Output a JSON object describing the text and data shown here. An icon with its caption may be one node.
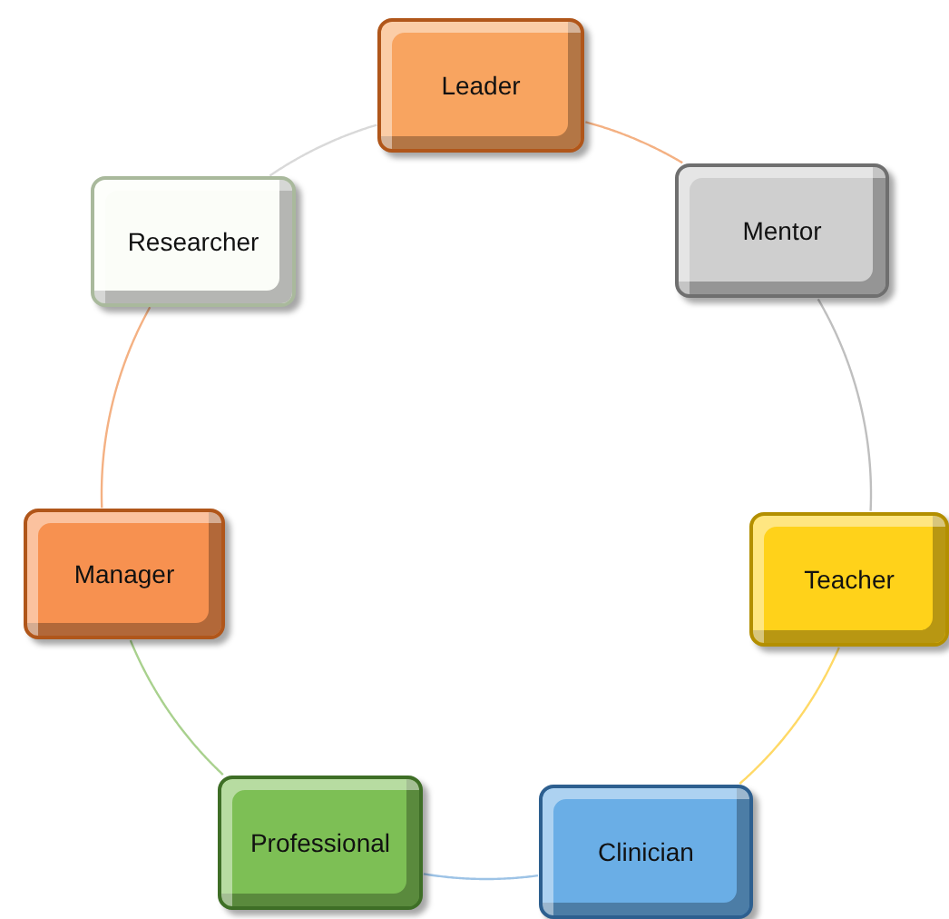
{
  "diagram": {
    "nodes": [
      {
        "text": [
          "Leader"
        ]
      },
      {
        "text": [
          "Mentor"
        ]
      },
      {
        "text": [
          "Teacher"
        ]
      },
      {
        "text": [
          "Clinician"
        ]
      },
      {
        "text": [
          "Professional"
        ]
      },
      {
        "text": [
          "Manager"
        ]
      },
      {
        "text": [
          "Researcher"
        ]
      }
    ],
    "edges": [
      {
        "from": 0,
        "to": 1,
        "arrow": "none",
        "color": "#f4b183"
      },
      {
        "from": 1,
        "to": 2,
        "arrow": "none",
        "color": "#bfbfbf"
      },
      {
        "from": 2,
        "to": 3,
        "arrow": "none",
        "color": "#ffd966"
      },
      {
        "from": 3,
        "to": 4,
        "arrow": "none",
        "color": "#9dc3e6"
      },
      {
        "from": 4,
        "to": 5,
        "arrow": "none",
        "color": "#a9d18e"
      },
      {
        "from": 5,
        "to": 6,
        "arrow": "none",
        "color": "#f4b183"
      },
      {
        "from": 6,
        "to": 0,
        "arrow": "none",
        "color": "#d9d9d9"
      }
    ]
  }
}
